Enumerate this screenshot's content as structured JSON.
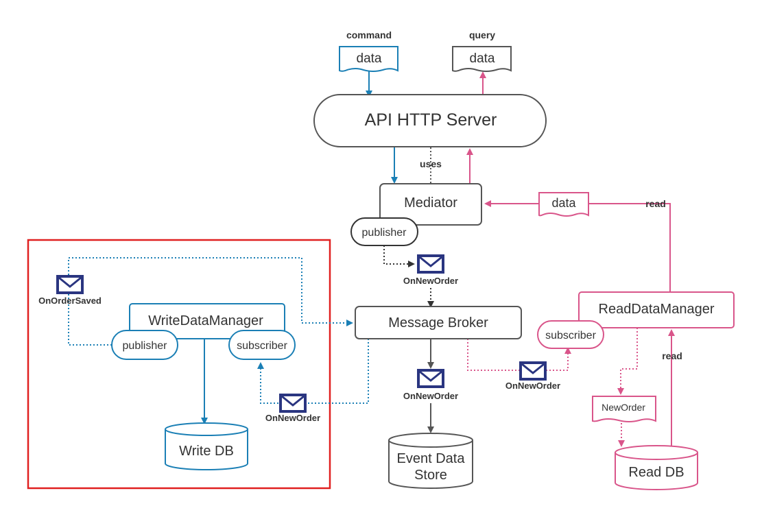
{
  "diagram": {
    "inputs": {
      "command_label": "command",
      "command_doc": "data",
      "query_label": "query",
      "query_doc": "data"
    },
    "api_server": "API HTTP Server",
    "uses_label": "uses",
    "mediator": {
      "title": "Mediator",
      "port": "publisher"
    },
    "mediator_message": "OnNewOrder",
    "read_return_doc": "data",
    "read_label_top": "read",
    "message_broker": "Message Broker",
    "broker_message": "OnNewOrder",
    "event_store": {
      "line1": "Event Data",
      "line2": "Store"
    },
    "write_side": {
      "manager": "WriteDataManager",
      "publisher": "publisher",
      "subscriber": "subscriber",
      "saved_message": "OnOrderSaved",
      "incoming_message": "OnNewOrder",
      "db": "Write DB"
    },
    "read_side": {
      "manager": "ReadDataManager",
      "subscriber": "subscriber",
      "incoming_message": "OnNewOrder",
      "doc": "NewOrder",
      "read_label": "read",
      "db": "Read DB"
    },
    "colors": {
      "blue": "#1a7fb5",
      "pink": "#d9558a",
      "gray": "#555555",
      "dark": "#333333",
      "navy": "#2a3580",
      "highlight": "#e02020"
    }
  }
}
